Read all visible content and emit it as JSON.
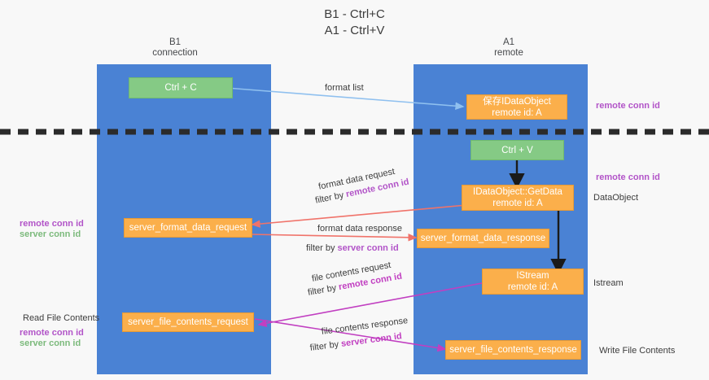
{
  "title": "B1 - Ctrl+C\nA1 - Ctrl+V",
  "lanes": [
    {
      "name": "lane-b1-connection",
      "header": "B1\nconnection"
    },
    {
      "name": "lane-a1-remote",
      "header": "A1\nremote"
    }
  ],
  "nodes": {
    "ctrl_c": "Ctrl + C",
    "save_idataobject": "保存IDataObject\nremote id: A",
    "ctrl_v": "Ctrl + V",
    "idataobject_getdata": "IDataObject::GetData\nremote id: A",
    "server_format_data_request": "server_format_data_request",
    "server_format_data_response": "server_format_data_response",
    "istream": "IStream\nremote id: A",
    "server_file_contents_request": "server_file_contents_request",
    "server_file_contents_response": "server_file_contents_response"
  },
  "edges": {
    "format_list": "format list",
    "format_data_request": "format data request",
    "format_data_request_filter": "filter by ",
    "format_data_response": "format data response",
    "format_data_response_filter": "filter by ",
    "file_contents_request": "file contents request",
    "file_contents_request_filter": "filter by ",
    "file_contents_response": "file contents response",
    "file_contents_response_filter": "filter by "
  },
  "tokens": {
    "remote_conn_id": "remote conn id",
    "server_conn_id": "server conn id"
  },
  "annotations": {
    "right_remote_conn_id_top": "remote conn id",
    "right_remote_conn_id_mid": "remote conn id",
    "right_dataobject": "DataObject",
    "right_istream": "Istream",
    "right_write_file_contents": "Write File Contents",
    "left_read_file_contents": "Read File Contents"
  },
  "colors": {
    "lane": "#4a82d4",
    "green_box": "#85ca85",
    "orange_box": "#fbaf4b",
    "purple": "#b254c8",
    "magenta": "#c13fc1",
    "green_text": "#7cba7c",
    "red_arrow": "#f0736a",
    "blue_arrow": "#8fc0ef",
    "divider": "#2b2b2b"
  }
}
